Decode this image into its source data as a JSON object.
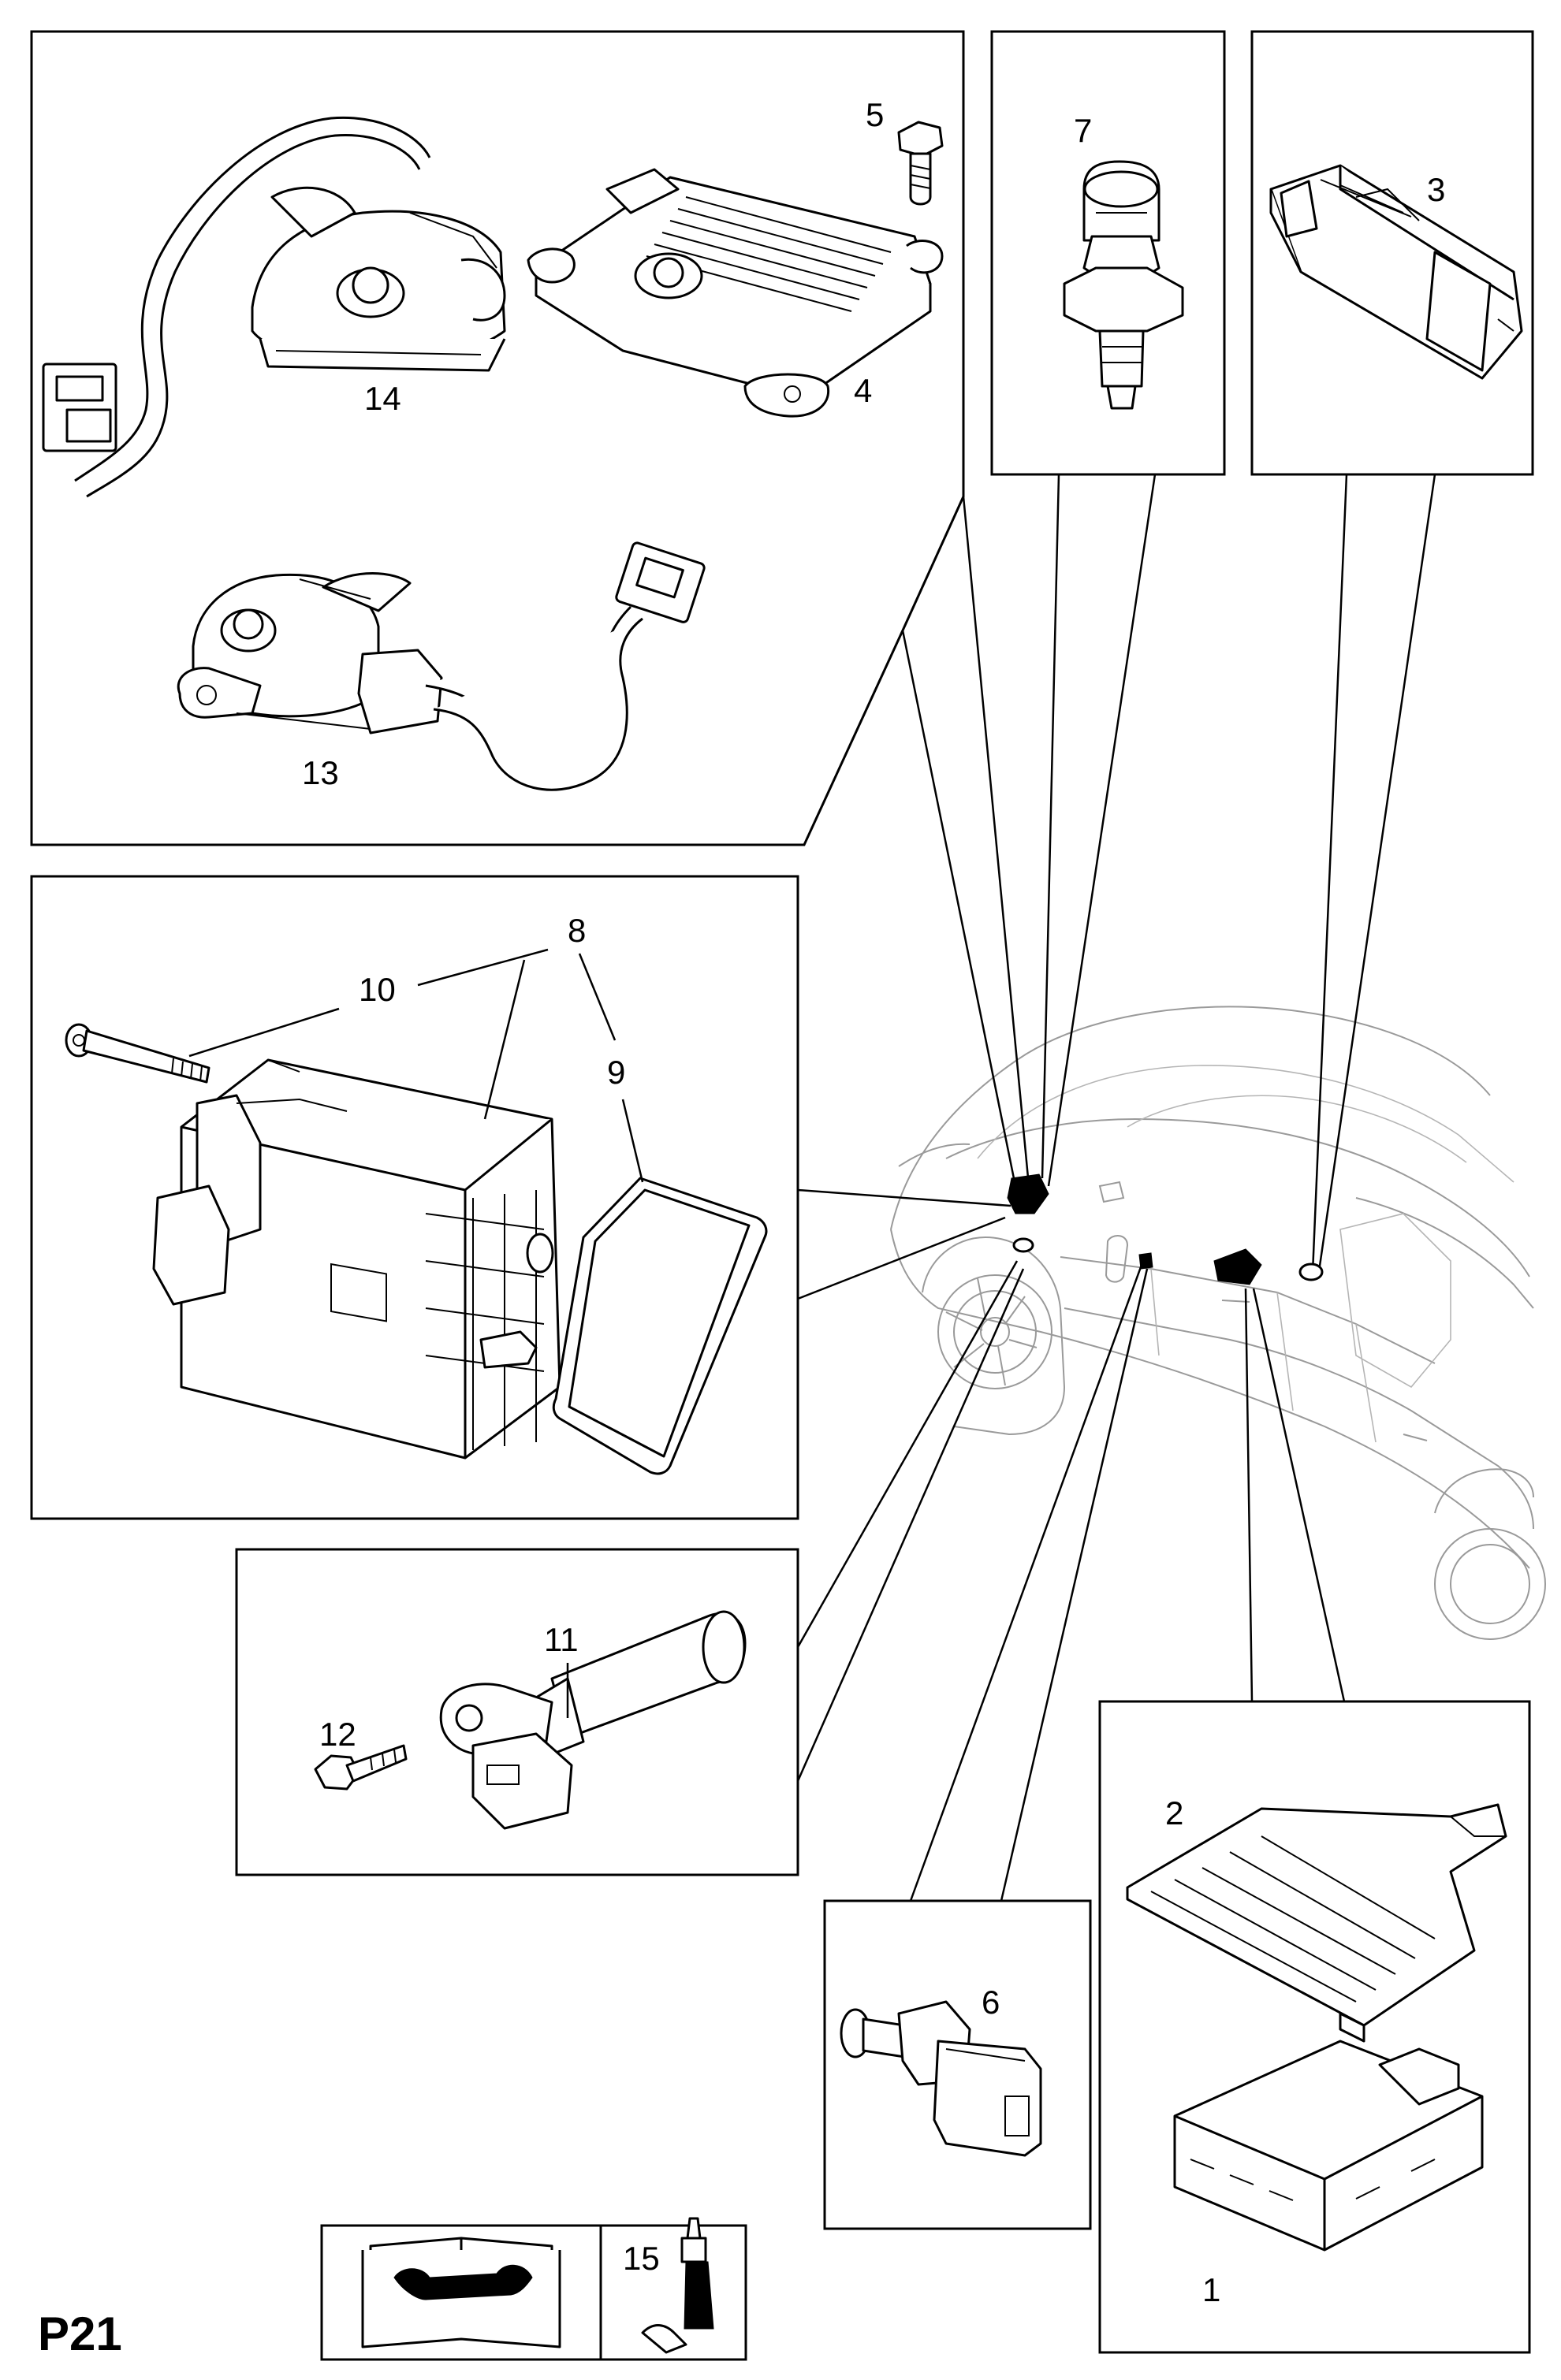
{
  "page_label": "P21",
  "callouts": {
    "n1": "1",
    "n2": "2",
    "n3": "3",
    "n4": "4",
    "n5": "5",
    "n6": "6",
    "n7": "7",
    "n8": "8",
    "n9": "9",
    "n10": "10",
    "n11": "11",
    "n12": "12",
    "n13": "13",
    "n14": "14",
    "n15": "15"
  },
  "icons": {
    "manual": "book-with-wrench-icon",
    "adhesive": "adhesive-bottle-icon"
  },
  "colors": {
    "line": "#000000",
    "vehicle_outline": "#9a9a9a"
  }
}
